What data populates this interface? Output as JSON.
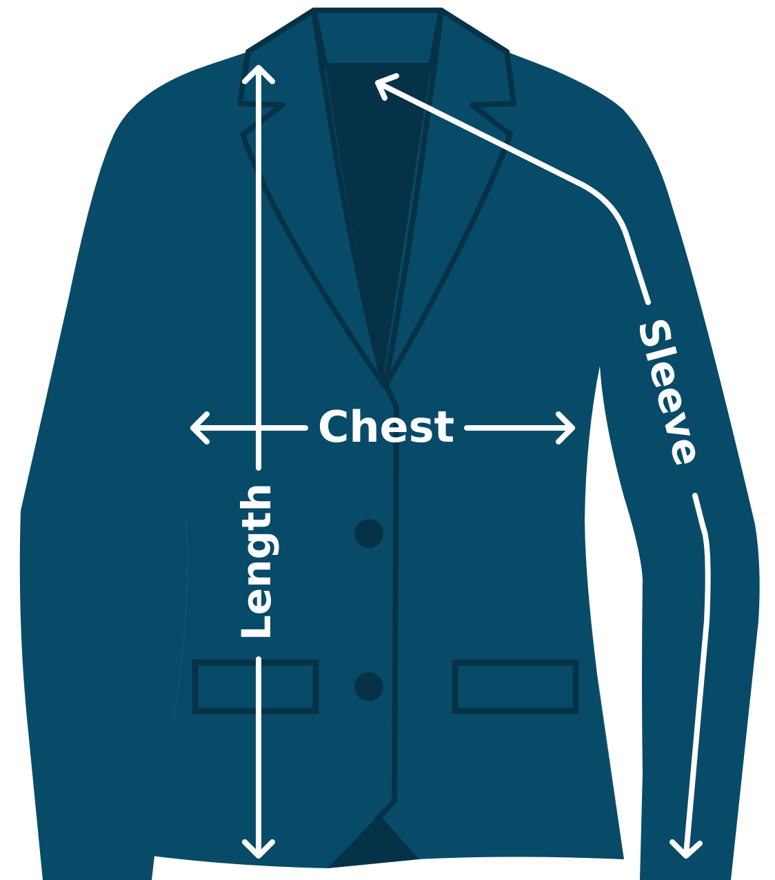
{
  "labels": {
    "chest": "Chest",
    "length": "Length",
    "sleeve": "Sleeve"
  },
  "colors": {
    "jacket": "#084b69",
    "jacket_dark": "#063247",
    "outline": "#063247",
    "arrow": "#ffffff",
    "background": "#ffffff"
  },
  "icons": {
    "buttons": [
      "jacket-button-top",
      "jacket-button-bottom"
    ],
    "pockets": [
      "pocket-left",
      "pocket-right"
    ]
  }
}
